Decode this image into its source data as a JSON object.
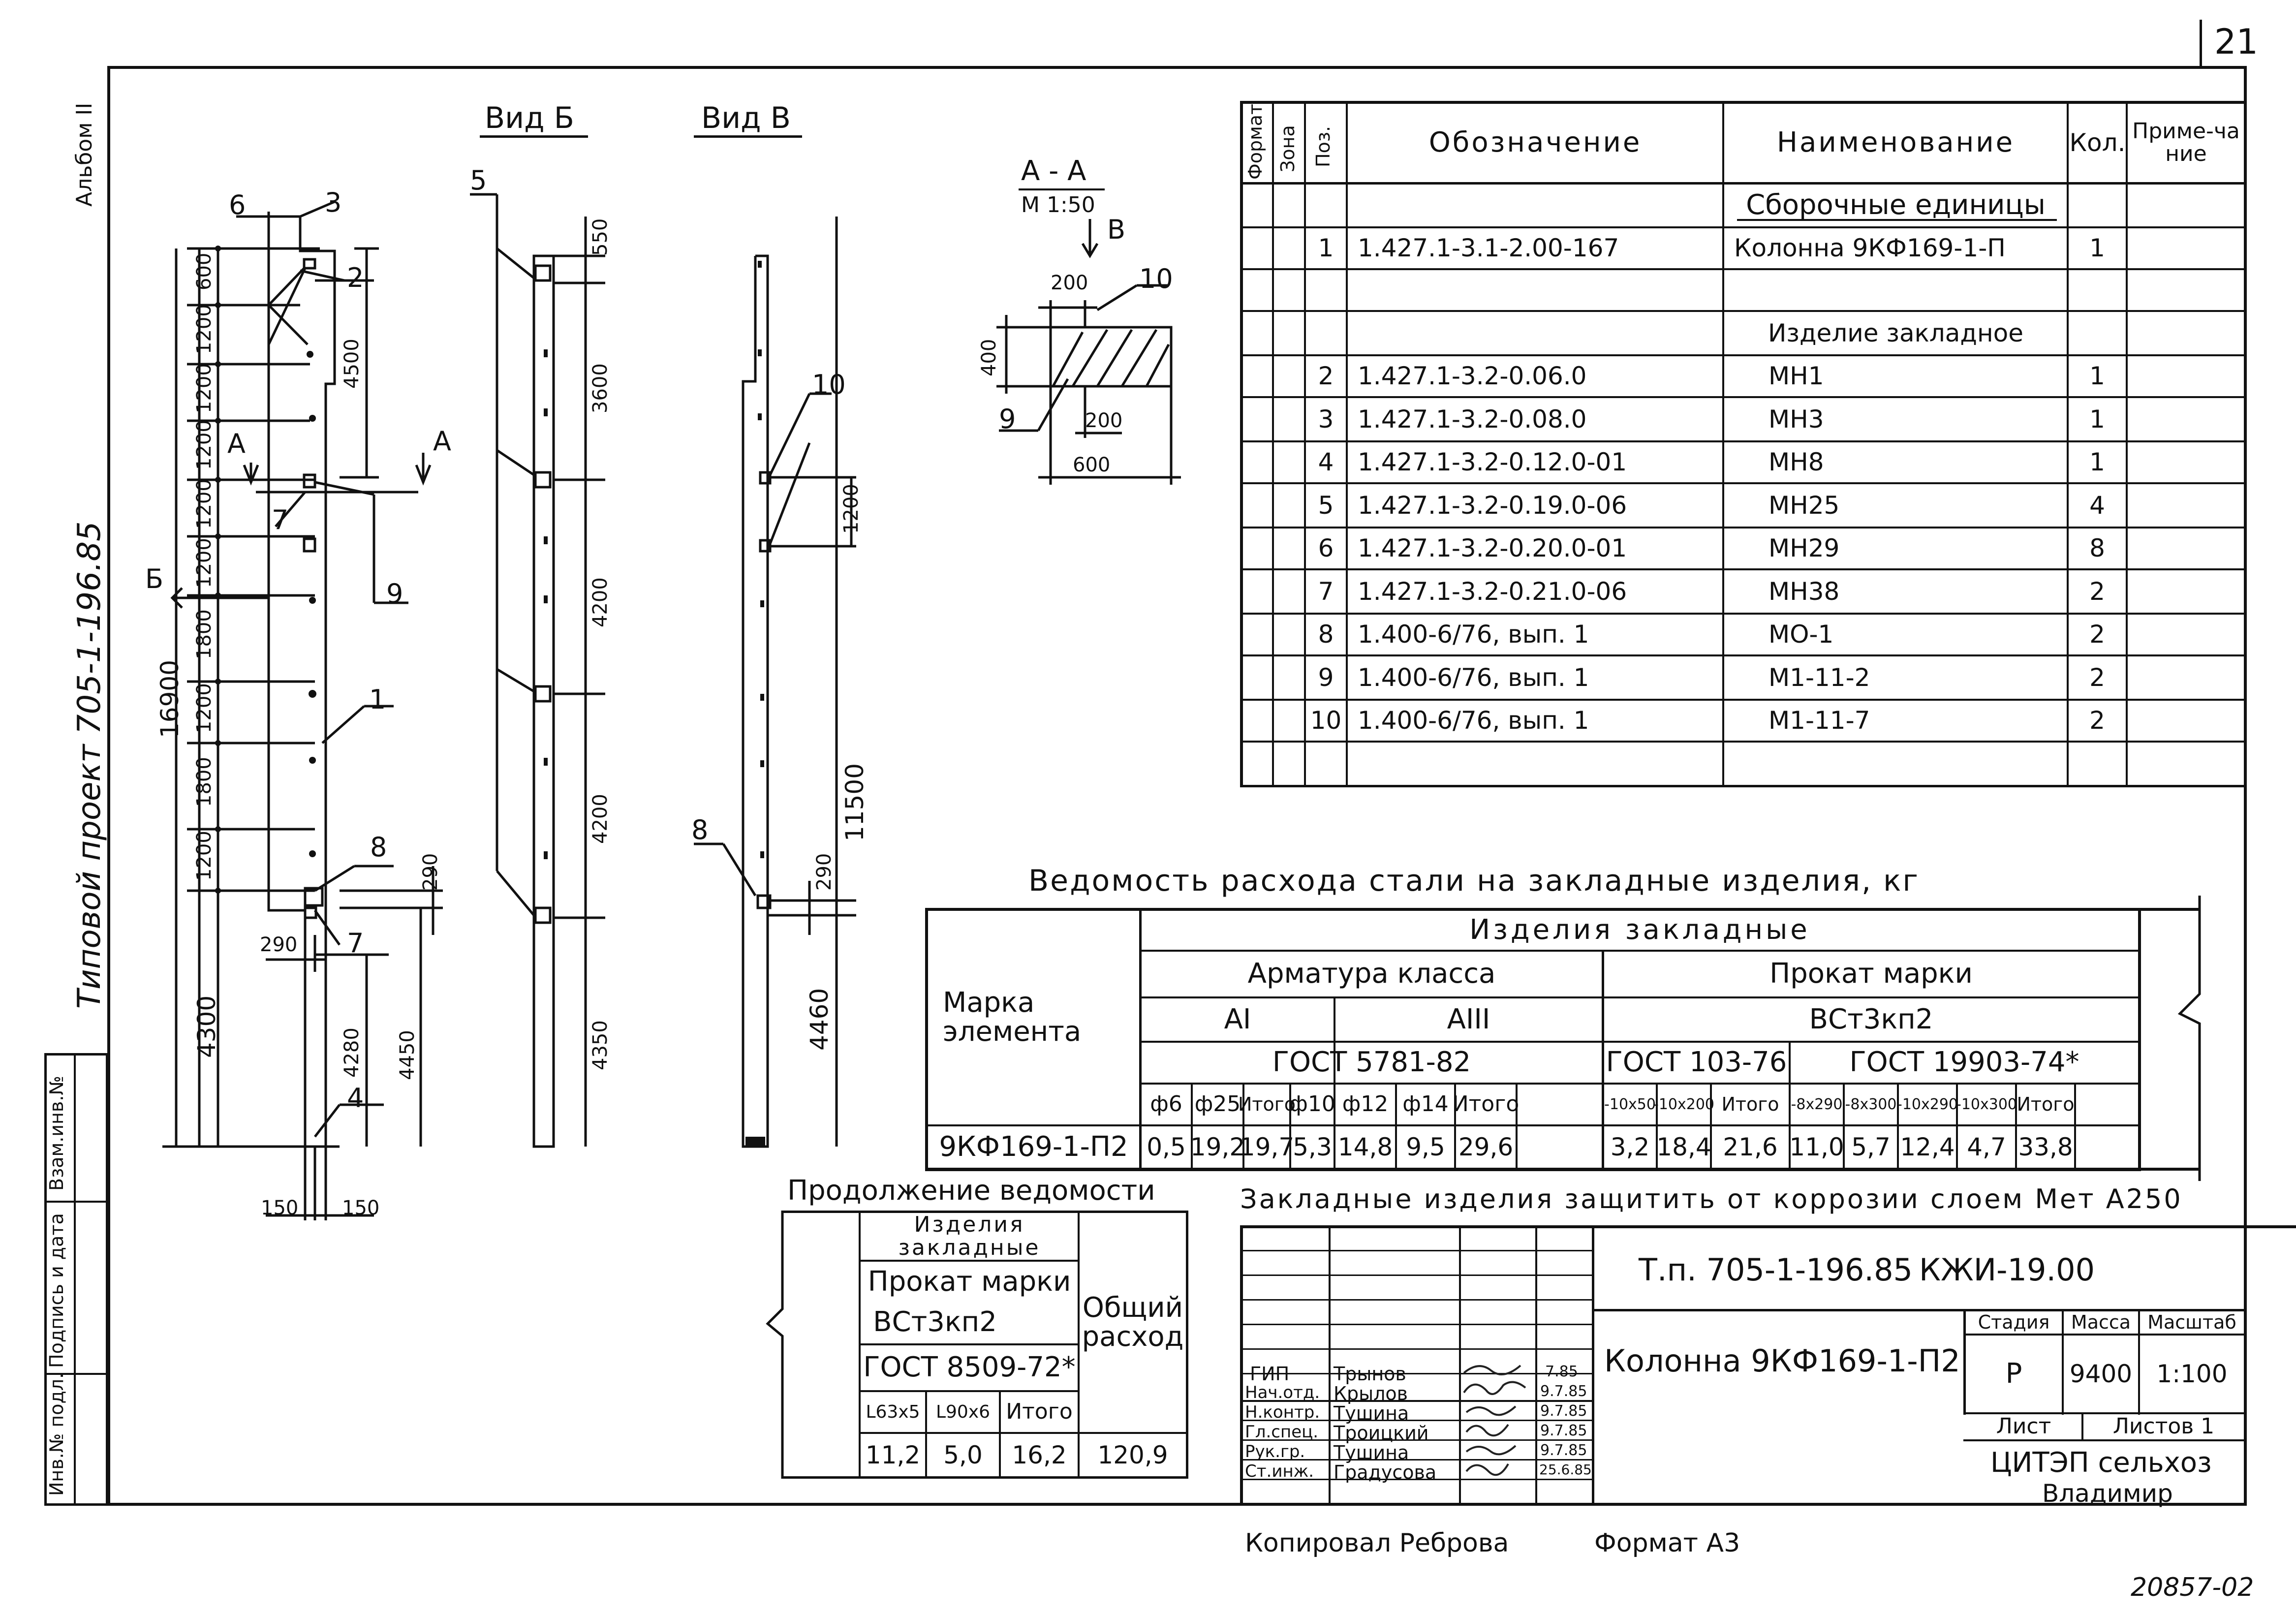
{
  "page_number": "21",
  "album_label": "Альбом II",
  "project_label": "Типовой проект 705-1-196.85",
  "views": {
    "b": "Вид Б",
    "v": "Вид В"
  },
  "section": {
    "title": "А - А",
    "scale": "М 1:50",
    "arrow": "В",
    "dims": [
      "200",
      "400",
      "200",
      "600"
    ],
    "marks": [
      "10",
      "9"
    ]
  },
  "main_view": {
    "marks": [
      "6",
      "3",
      "2",
      "1",
      "7",
      "9",
      "8",
      "7",
      "4",
      "А",
      "А",
      "Б"
    ],
    "chain_dims": [
      "600",
      "1200",
      "1200",
      "1200",
      "1200",
      "1200",
      "1800",
      "1200",
      "1800",
      "1200",
      "4300"
    ],
    "overall": "16900",
    "right_dims": [
      "4500",
      "290",
      "4280",
      "4450"
    ],
    "bottom_dims": [
      "290",
      "150",
      "150"
    ]
  },
  "view_b": {
    "marks": [
      "5"
    ],
    "dims": [
      "550",
      "3600",
      "4200",
      "4200",
      "4350"
    ]
  },
  "view_v": {
    "marks": [
      "10",
      "8"
    ],
    "dims": [
      "1200",
      "11500",
      "290",
      "4460"
    ]
  },
  "spec": {
    "headers": {
      "format": "Формат",
      "zone": "Зона",
      "pos": "Поз.",
      "designation": "Обозначение",
      "name": "Наименование",
      "qty": "Кол.",
      "note": "Приме-чание"
    },
    "group1": "Сборочные единицы",
    "group2": "Изделие закладное",
    "rows": [
      {
        "pos": "1",
        "designation": "1.427.1-3.1-2.00-167",
        "name": "Колонна 9КФ169-1-П",
        "qty": "1"
      },
      {
        "pos": "2",
        "designation": "1.427.1-3.2-0.06.0",
        "name": "МН1",
        "qty": "1"
      },
      {
        "pos": "3",
        "designation": "1.427.1-3.2-0.08.0",
        "name": "МН3",
        "qty": "1"
      },
      {
        "pos": "4",
        "designation": "1.427.1-3.2-0.12.0-01",
        "name": "МН8",
        "qty": "1"
      },
      {
        "pos": "5",
        "designation": "1.427.1-3.2-0.19.0-06",
        "name": "МН25",
        "qty": "4"
      },
      {
        "pos": "6",
        "designation": "1.427.1-3.2-0.20.0-01",
        "name": "МН29",
        "qty": "8"
      },
      {
        "pos": "7",
        "designation": "1.427.1-3.2-0.21.0-06",
        "name": "МН38",
        "qty": "2"
      },
      {
        "pos": "8",
        "designation": "1.400-6/76, вып. 1",
        "name": "МО-1",
        "qty": "2"
      },
      {
        "pos": "9",
        "designation": "1.400-6/76, вып. 1",
        "name": "М1-11-2",
        "qty": "2"
      },
      {
        "pos": "10",
        "designation": "1.400-6/76, вып. 1",
        "name": "М1-11-7",
        "qty": "2"
      }
    ]
  },
  "steel": {
    "title": "Ведомость расхода стали на закладные изделия, кг",
    "mark_header": "Марка элемента",
    "embedded": "Изделия закладные",
    "rebar_class": "Арматура класса",
    "rolled": "Прокат марки",
    "ai": "АI",
    "aiii": "АIII",
    "vst": "ВСт3кп2",
    "gost1": "ГОСТ 5781-82",
    "gost2": "ГОСТ 103-76",
    "gost3": "ГОСТ 19903-74*",
    "cols": [
      "ф6",
      "ф25",
      "Итого",
      "ф10",
      "ф12",
      "ф14",
      "Итого",
      "-10x50",
      "-10x200",
      "Итого",
      "-8x290",
      "-8x300",
      "-10x290",
      "-10x300",
      "Итого"
    ],
    "row_mark": "9КФ169-1-П2",
    "values": [
      "0,5",
      "19,2",
      "19,7",
      "5,3",
      "14,8",
      "9,5",
      "29,6",
      "3,2",
      "18,4",
      "21,6",
      "11,0",
      "5,7",
      "12,4",
      "4,7",
      "33,8"
    ]
  },
  "cont": {
    "title": "Продолжение ведомости",
    "embedded": "Изделия закладные",
    "rolled": "Прокат марки",
    "vst": "ВСт3кп2",
    "gost": "ГОСТ 8509-72*",
    "total": "Общий расход",
    "cols": [
      "L63x5",
      "L90x6",
      "Итого"
    ],
    "values": [
      "11,2",
      "5,0",
      "16,2",
      "120,9"
    ]
  },
  "note": "Закладные изделия защитить от коррозии слоем Мет А250",
  "stamp": {
    "code": "Т.п. 705-1-196.85",
    "code2": "КЖИ-19.00",
    "title": "Колонна 9КФ169-1-П2",
    "stage_h": "Стадия",
    "mass_h": "Масса",
    "scale_h": "Масштаб",
    "stage": "Р",
    "mass": "9400",
    "scale": "1:100",
    "sheet": "Лист",
    "sheets": "Листов 1",
    "org": "ЦИТЭП сельхоз",
    "city": "Владимир",
    "people": [
      {
        "role": "ГИП",
        "name": "Трынов",
        "date": "7.85"
      },
      {
        "role": "Нач.отд.",
        "name": "Крылов",
        "date": "9.7.85"
      },
      {
        "role": "Н.контр.",
        "name": "Тушина",
        "date": "9.7.85"
      },
      {
        "role": "Гл.спец.",
        "name": "Троицкий",
        "date": "9.7.85"
      },
      {
        "role": "Рук.гр.",
        "name": "Тушина",
        "date": "9.7.85"
      },
      {
        "role": "Ст.инж.",
        "name": "Градусова",
        "date": "25.6.85"
      }
    ]
  },
  "side_stamp": [
    "Инв.№ подл.",
    "Подпись и дата",
    "Взам.инв.№"
  ],
  "copied": "Копировал Реброва",
  "format": "Формат А3",
  "archive": "20857-02"
}
